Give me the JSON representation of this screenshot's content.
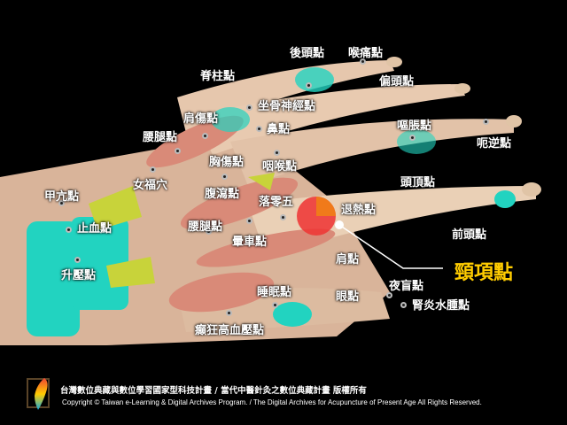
{
  "highlight_point": "頸項點",
  "points": [
    "後頭點",
    "喉痛點",
    "脊柱點",
    "偏頭點",
    "坐骨神經點",
    "肩傷點",
    "鼻點",
    "腰腿點",
    "嘔脹點",
    "呃逆點",
    "胸傷點",
    "咽喉點",
    "女福穴",
    "頭頂點",
    "腹瀉點",
    "落零五",
    "退熱點",
    "甲亢點",
    "止血點",
    "腰腿點",
    "暈車點",
    "前頭點",
    "升壓點",
    "肩點",
    "夜盲點",
    "睡眠點",
    "眼點",
    "腎炎水腫點",
    "癲狂高血壓點"
  ],
  "footer": {
    "zh": "台灣數位典藏與數位學習國家型科技計畫 / 當代中醫針灸之數位典藏計畫 版權所有",
    "en": "Copyright © Taiwan e-Learning & Digital Archives Program. / The Digital Archives for Acupuncture of Present Age All Rights Reserved."
  },
  "colors": {
    "highlight": "#ffcc00",
    "skin": "#e8c9ae",
    "muscle": "#d98a78",
    "pad": "#22d3c0",
    "tendon": "#c8d33a"
  }
}
